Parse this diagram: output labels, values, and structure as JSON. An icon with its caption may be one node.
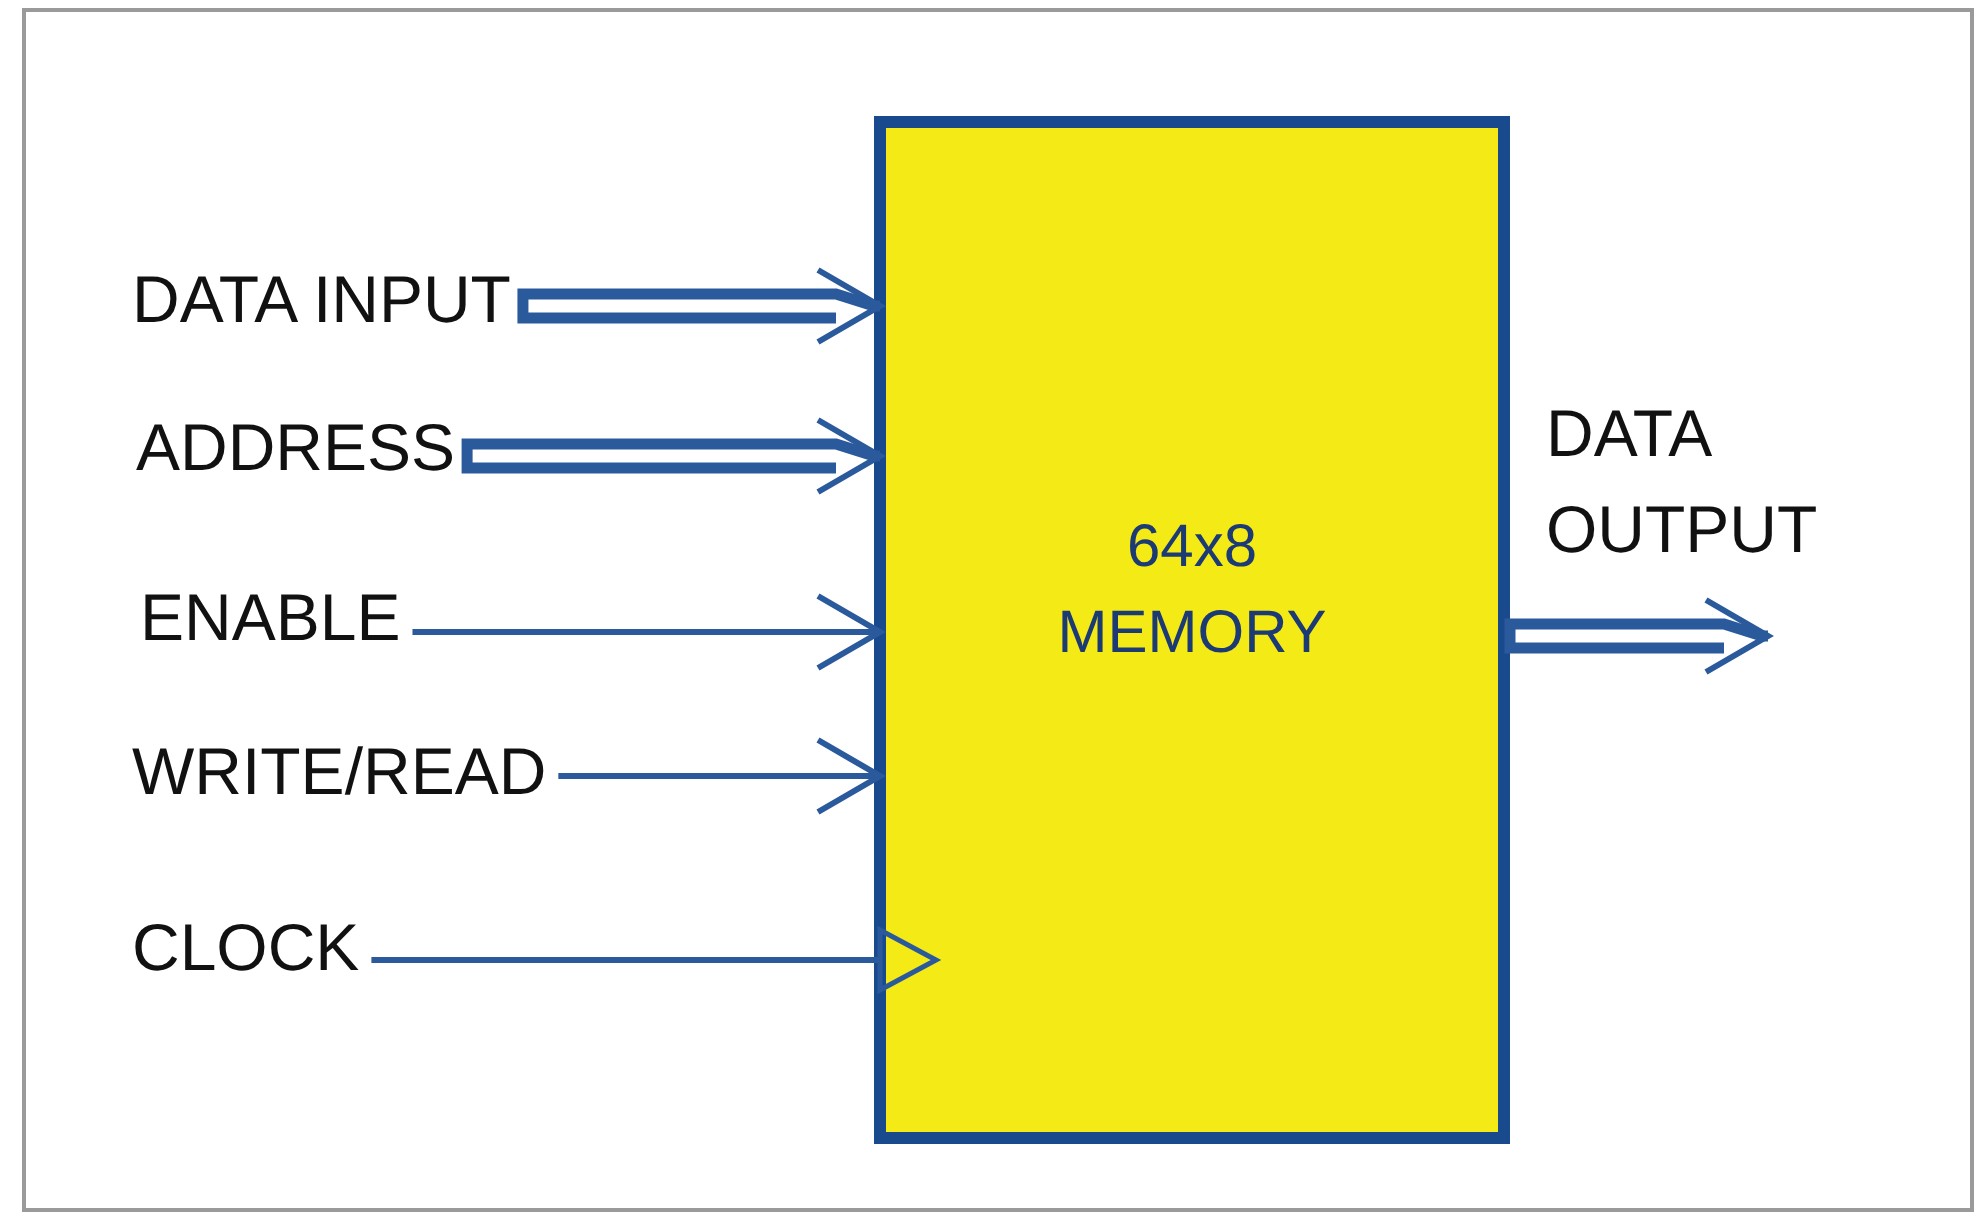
{
  "diagram": {
    "nodes": [
      {
        "text": [
          "DATA INPUT"
        ]
      },
      {
        "text": [
          "ADDRESS"
        ]
      },
      {
        "text": [
          "ENABLE"
        ]
      },
      {
        "text": [
          "WRITE/READ"
        ]
      },
      {
        "text": [
          "CLOCK"
        ]
      },
      {
        "text": [
          "64x8 MEMORY"
        ]
      }
    ],
    "edges": [
      {
        "from": 0,
        "to": 5,
        "arrow": "to",
        "style": "thick"
      },
      {
        "from": 1,
        "to": 5,
        "arrow": "to",
        "style": "thick"
      },
      {
        "from": 2,
        "to": 5,
        "arrow": "to"
      },
      {
        "from": 3,
        "to": 5,
        "arrow": "to"
      },
      {
        "from": 4,
        "to": 5,
        "arrow": "to"
      },
      {
        "from": 5,
        "to": null,
        "arrow": "to",
        "style": "thick",
        "label": "DATA OUTPUT"
      }
    ]
  }
}
